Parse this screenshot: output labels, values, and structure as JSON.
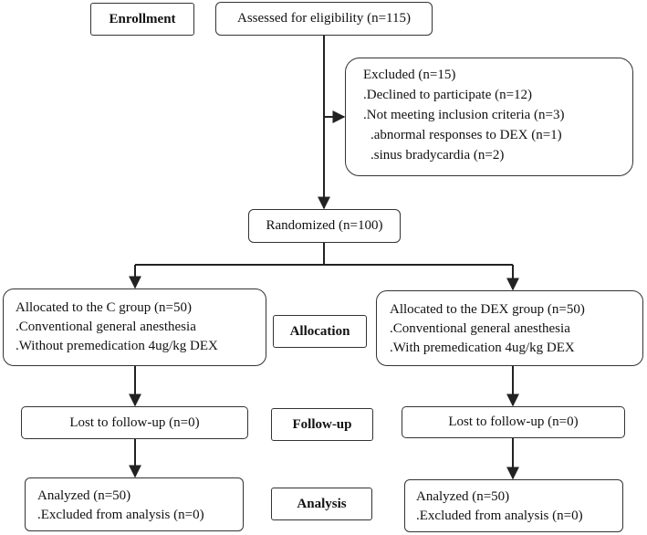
{
  "labels": {
    "enrollment": "Enrollment",
    "allocation": "Allocation",
    "followup": "Follow-up",
    "analysis": "Analysis"
  },
  "assessed": "Assessed for eligibility (n=115)",
  "excluded": {
    "title": "Excluded (n=15)",
    "declined": ".Declined to participate (n=12)",
    "not_meeting": ".Not meeting inclusion criteria (n=3)",
    "abnormal": ".abnormal responses to DEX (n=1)",
    "sinus": ".sinus bradycardia (n=2)"
  },
  "randomized": "Randomized (n=100)",
  "c_group": {
    "allocated": "Allocated to the C group (n=50)",
    "line1": ".Conventional general anesthesia",
    "line2": ".Without premedication 4ug/kg DEX",
    "lost": "Lost to follow-up (n=0)",
    "analyzed": "Analyzed (n=50)",
    "excluded_analysis": ".Excluded from analysis (n=0)"
  },
  "dex_group": {
    "allocated": "Allocated to the DEX group (n=50)",
    "line1": ".Conventional general anesthesia",
    "line2": ".With premedication 4ug/kg DEX",
    "lost": "Lost to follow-up (n=0)",
    "analyzed": "Analyzed (n=50)",
    "excluded_analysis": ".Excluded from analysis (n=0)"
  }
}
